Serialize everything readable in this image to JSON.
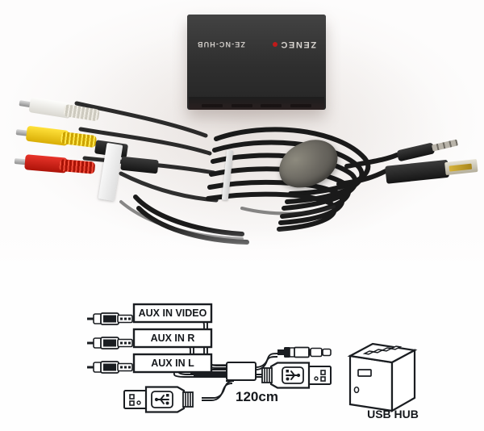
{
  "product_photo": {
    "alt": "ZENEC ZE-NC-HUB AUX/USB extension cable kit with RCA, USB and 3.5mm connectors",
    "hub_device": {
      "brand": "ZENEC",
      "brand_accent_color": "#c01a1a",
      "model": "ZE-NC-HUB",
      "body_color": "#2f2f2f",
      "text_orientation": "upside-down"
    },
    "connectors": [
      {
        "name": "rca-video",
        "type": "RCA plug",
        "color": "#f2efe7",
        "color_name": "white"
      },
      {
        "name": "rca-audio-right",
        "type": "RCA plug",
        "color": "#ffd400",
        "color_name": "yellow"
      },
      {
        "name": "rca-audio-left",
        "type": "RCA plug",
        "color": "#d7271b",
        "color_name": "red"
      },
      {
        "name": "jack-3-5mm",
        "type": "3.5mm TRRS jack",
        "color": "#1c1c1c",
        "color_name": "black"
      },
      {
        "name": "usb-a-male",
        "type": "USB-A male",
        "color": "#1c1c1c",
        "color_name": "black"
      }
    ],
    "accessories": [
      {
        "name": "cable-tag",
        "type": "white paper label"
      },
      {
        "name": "velcro-strap",
        "type": "white cable tie"
      },
      {
        "name": "foam-windscreen",
        "type": "grey foam microphone cover"
      }
    ],
    "background_color": "#fdfdfd"
  },
  "diagram": {
    "line_color": "#1a1d21",
    "fill_color": "#ffffff",
    "aux_labels": [
      {
        "id": "aux-in-video",
        "text": "AUX IN VIDEO",
        "connector": "rca-plug"
      },
      {
        "id": "aux-in-r",
        "text": "AUX IN R",
        "connector": "rca-plug"
      },
      {
        "id": "aux-in-l",
        "text": "AUX IN L",
        "connector": "rca-plug"
      }
    ],
    "length_label": "120cm",
    "hub_label": "USB HUB",
    "hub_port_count": 4,
    "usb_input": {
      "id": "usb-a-input",
      "type": "USB-A male connector",
      "symbol": "usb-trident-icon"
    },
    "outputs": [
      {
        "id": "jack-3-5mm-output",
        "type": "3.5mm jack"
      },
      {
        "id": "usb-a-output",
        "type": "USB-A male connector",
        "symbol": "usb-trident-icon"
      }
    ]
  }
}
